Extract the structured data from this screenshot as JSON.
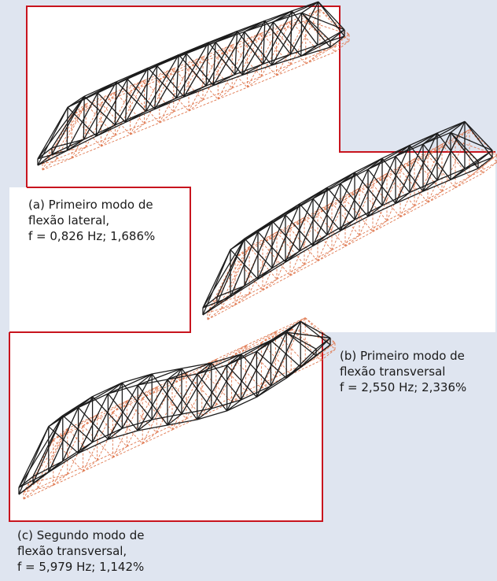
{
  "colors": {
    "background": "#dfe5f0",
    "panel_fill": "#ffffff",
    "panel_border": "#c8141e",
    "deformed_truss": "#1c1c1c",
    "undeformed_truss": "#e07a52"
  },
  "captions": {
    "a": {
      "line1": "(a) Primeiro modo de",
      "line2": "flexão lateral,",
      "line3": "f = 0,826 Hz; 1,686%"
    },
    "b": {
      "line1": "(b) Primeiro modo de",
      "line2": "flexão transversal",
      "line3": "f = 2,550 Hz; 2,336%"
    },
    "c": {
      "line1": "(c) Segundo modo de",
      "line2": "flexão transversal,",
      "line3": "f = 5,979 Hz; 1,142%"
    }
  },
  "modes": {
    "a": {
      "bays": 10,
      "mode": "lateral-1"
    },
    "b": {
      "bays": 10,
      "mode": "vertical-1"
    },
    "c": {
      "bays": 10,
      "mode": "vertical-2"
    }
  }
}
